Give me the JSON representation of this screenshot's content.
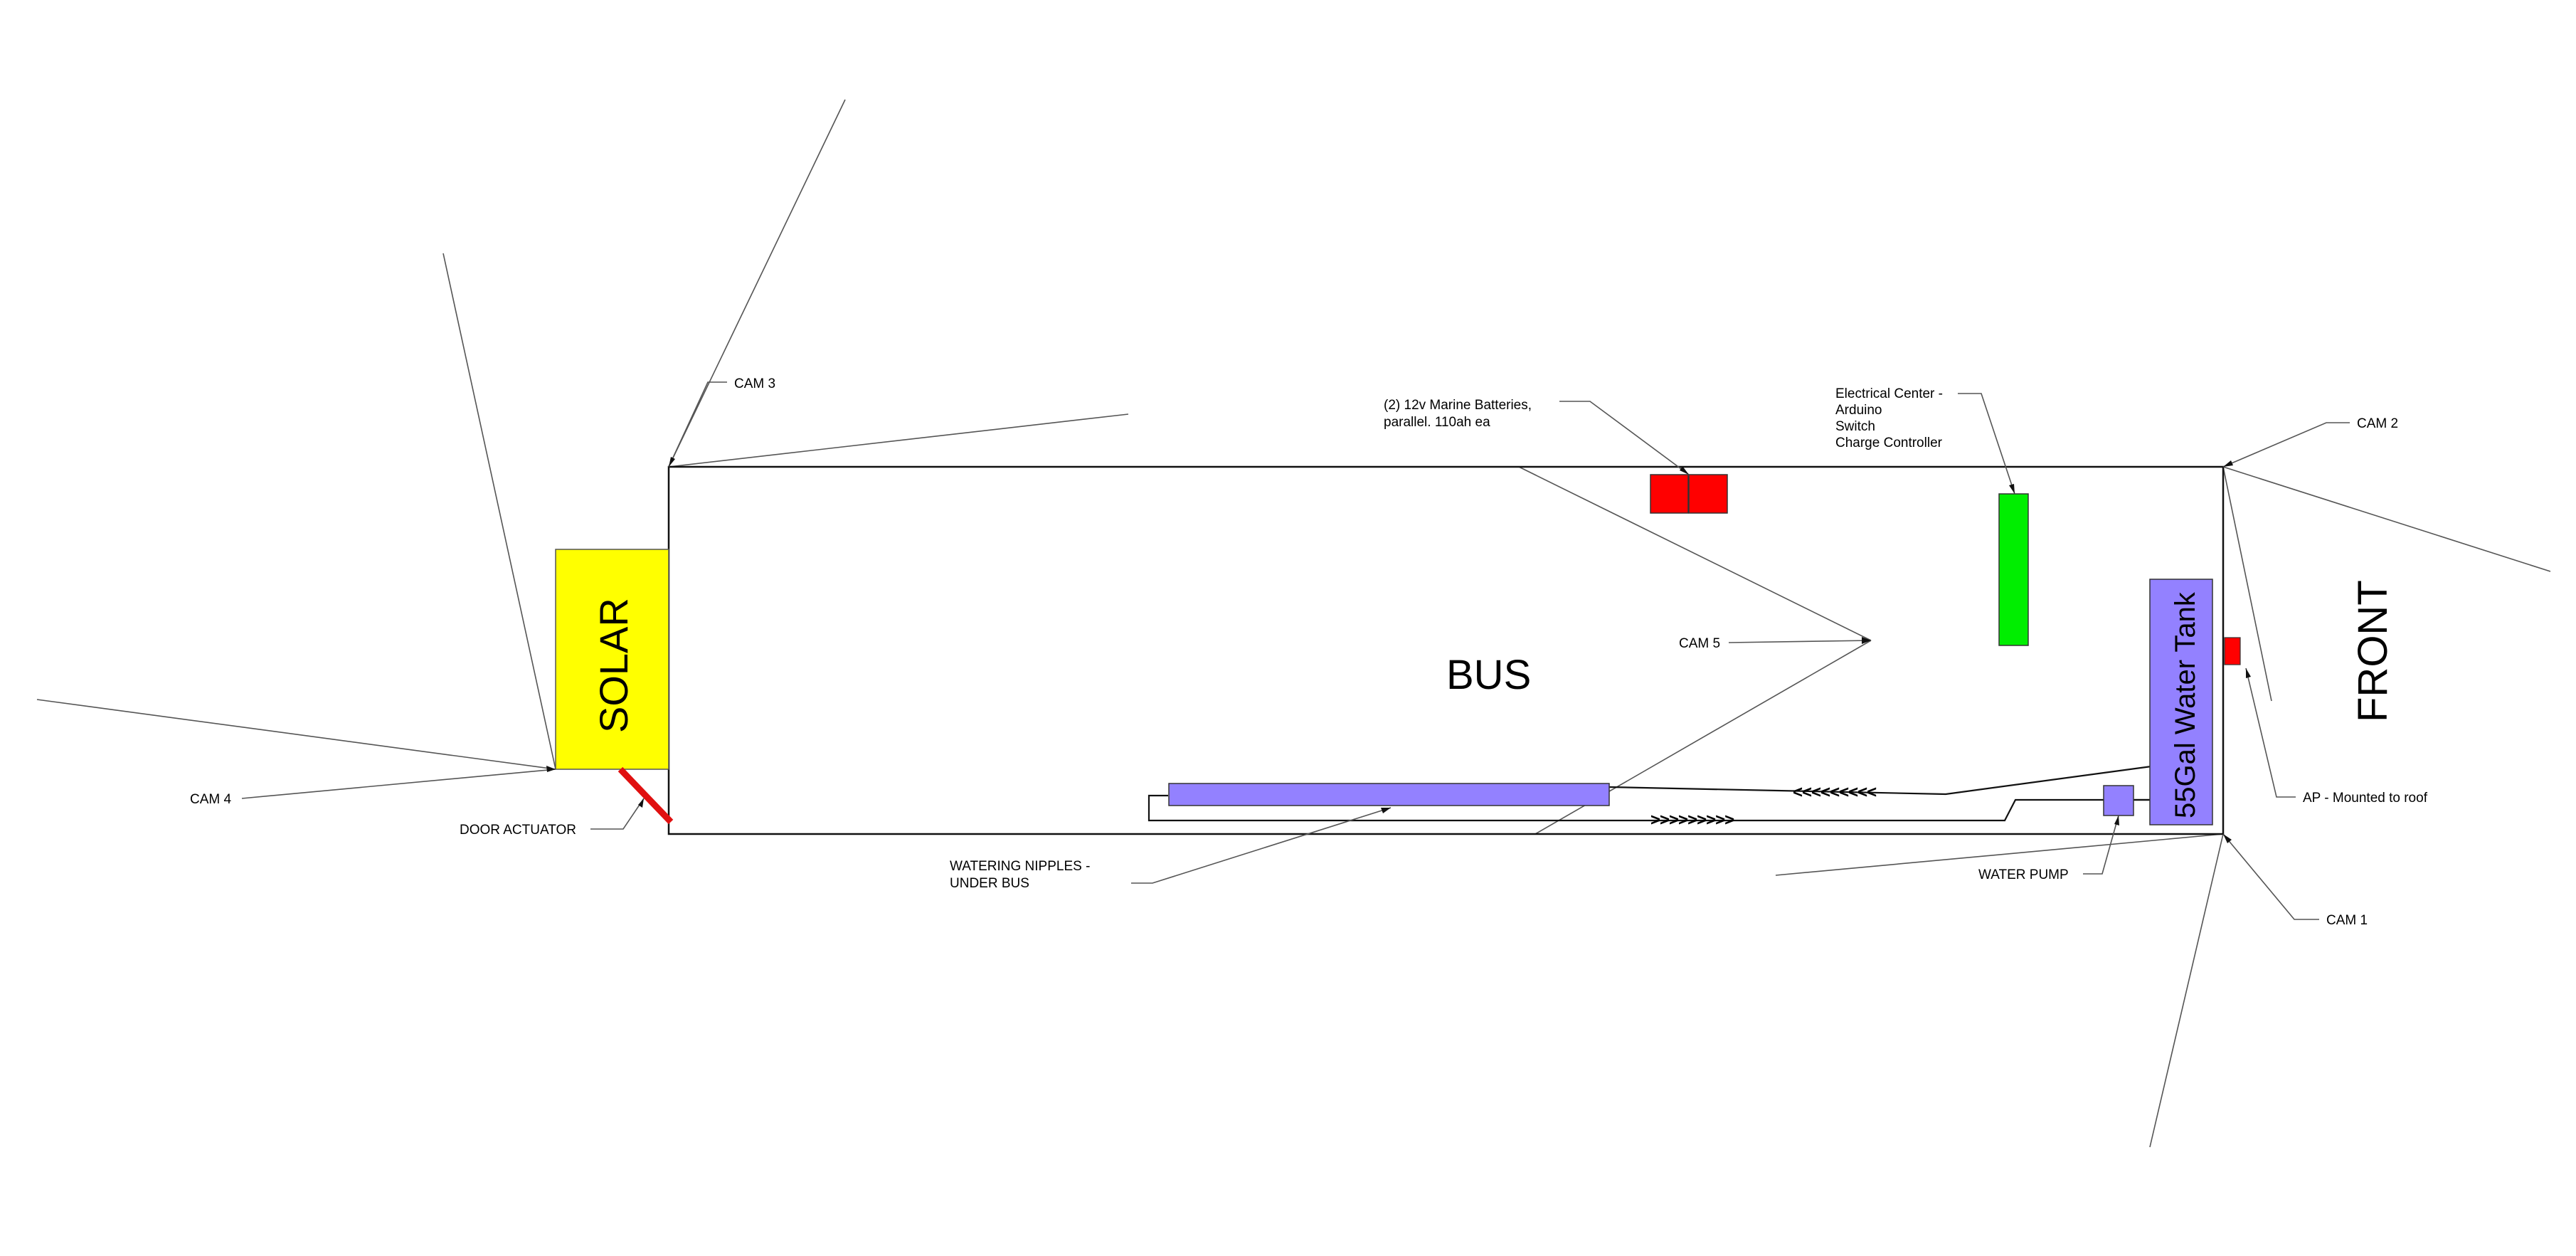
{
  "labels": {
    "bus": "BUS",
    "front": "FRONT",
    "solar": "SOLAR",
    "water_tank": "55Gal Water Tank",
    "cam1": "CAM 1",
    "cam2": "CAM 2",
    "cam3": "CAM 3",
    "cam4": "CAM 4",
    "cam5": "CAM 5",
    "batteries_line1": "(2) 12v Marine Batteries,",
    "batteries_line2": "parallel. 110ah ea",
    "electrical_line1": "Electrical Center -",
    "electrical_line2": "Arduino",
    "electrical_line3": "Switch",
    "electrical_line4": "Charge Controller",
    "door_actuator": "DOOR ACTUATOR",
    "watering_line1": "WATERING NIPPLES -",
    "watering_line2": "UNDER BUS",
    "water_pump": "WATER PUMP",
    "ap": "AP - Mounted to roof",
    "flow_return": "<<<<<<<<<",
    "flow_supply": ">>>>>>>>>"
  },
  "colors": {
    "solar": "#ffff00",
    "battery": "#ff0000",
    "electrical": "#00ee00",
    "water": "#9381ff",
    "actuator": "#e01010",
    "ap": "#ff0000"
  }
}
